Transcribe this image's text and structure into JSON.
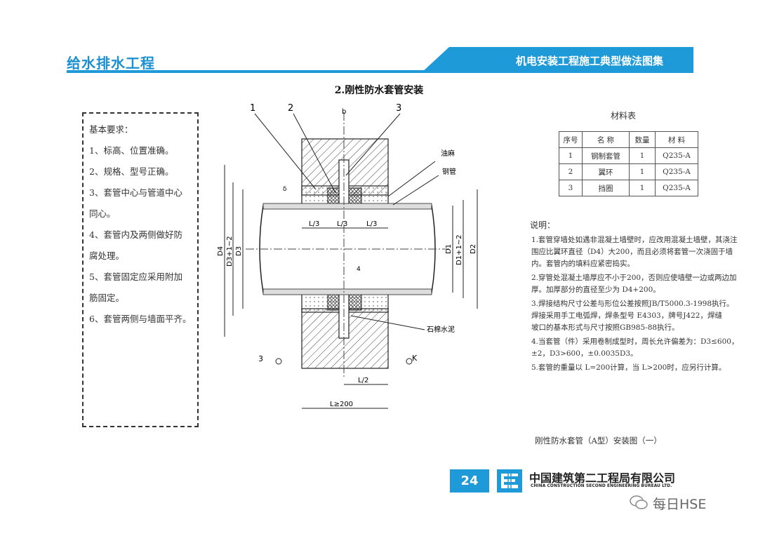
{
  "header": {
    "left_title": "给水排水工程",
    "right_title": "机电安装工程施工典型做法图集",
    "accent_color": "#1e9ad8"
  },
  "page_title": "2.刚性防水套管安装",
  "requirements": {
    "lines": [
      "基本要求：",
      "1、标高、位置准确。",
      "2、规格、型号正确。",
      "3、套管中心与管道中心",
      "同心。",
      "4、套管内及两侧做好防",
      "腐处理。",
      "5、套管固定应采用附加",
      "筋固定。",
      "6、套管两侧与墙面平齐。"
    ]
  },
  "drawing": {
    "callouts": [
      "1",
      "2",
      "3"
    ],
    "dim_b": "b",
    "dim_delta": "δ",
    "thirds": [
      "L/3",
      "L/3",
      "L/3"
    ],
    "dim_4": "4",
    "left_dims": [
      "D4",
      "D3+1~2",
      "D3"
    ],
    "right_dims": [
      "D1",
      "D1+1~2",
      "D2"
    ],
    "label_oil": "油麻",
    "label_pipe": "钢管",
    "label_asbestos": "石棉水泥",
    "section_left": "3",
    "section_right": "K",
    "dim_half": "L/2",
    "dim_total": "L≥200"
  },
  "materials": {
    "title": "材料表",
    "headers": [
      "序号",
      "名  称",
      "数量",
      "材  料"
    ],
    "rows": [
      [
        "1",
        "钢制套管",
        "1",
        "Q235-A"
      ],
      [
        "2",
        "翼环",
        "1",
        "Q235-A"
      ],
      [
        "3",
        "挡圈",
        "1",
        "Q235-A"
      ]
    ]
  },
  "notes": {
    "title": "说明：",
    "items": [
      "1.套管穿墙处如遇非混凝土墙壁时，应改用混凝土墙壁，其浇注\n围应比翼环直径（D4）大200，而且必须将套管一次浇固于墙\n内。套管内的填料应紧密捣实。",
      "2.穿管处混凝土墙厚应不小于200，否则应使墙壁一边或两边加\n厚。加厚部分的直径至少为 D4+200。",
      "3.焊接结构尺寸公差与形位公差按照JB/T5000.3-1998执行。\n焊接采用手工电弧焊，焊条型号 E4303，牌号J422，焊缝\n坡口的基本形式与尺寸按照GB985-88执行。",
      "4.当套管（件）采用卷制成型时，周长允许偏差为：D3≤600，\n±2，D3>600，±0.0035D3。",
      "5.套管的重量以 L=200计算，当 L>200时，应另行计算。"
    ]
  },
  "caption": "刚性防水套管（A型）安装图（一）",
  "footer": {
    "page_number": "24",
    "company_cn": "中国建筑第二工程局有限公司",
    "company_en": "CHINA CONSTRUCTION SECOND ENGINEERING BUREAU LTD.",
    "watermark": "每日HSE"
  }
}
